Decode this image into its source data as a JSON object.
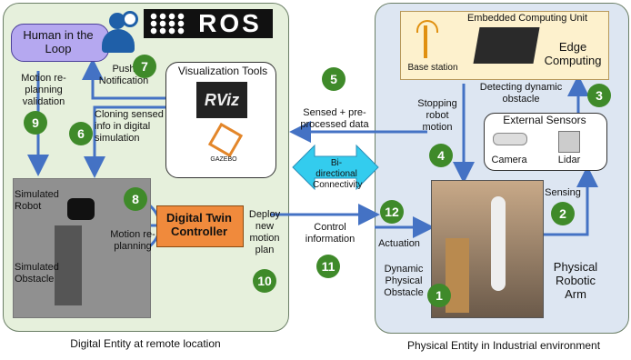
{
  "logo": {
    "text": "ROS"
  },
  "digital": {
    "caption": "Digital Entity at remote location",
    "human": "Human in the Loop",
    "push": "Push Notification",
    "viz_title": "Visualization Tools",
    "rviz": "RViz",
    "gazebo": "GAZEBO",
    "motion_validation": "Motion re-planning validation",
    "cloning": "Cloning sensed info in digital simulation",
    "sim_robot": "Simulated Robot",
    "sim_obstacle": "Simulated Obstacle",
    "motion_replanning": "Motion re-planning",
    "controller": "Digital Twin Controller",
    "deploy": "Deploy new motion plan"
  },
  "center": {
    "sensed": "Sensed + pre-processed data",
    "bidir": "Bi-directional Connectivity",
    "control": "Control information"
  },
  "physical": {
    "caption": "Physical Entity in Industrial environment",
    "ecu_title": "Embedded Computing Unit",
    "base_station": "Base station",
    "edge": "Edge Computing",
    "detecting": "Detecting dynamic obstacle",
    "stopping": "Stopping robot motion",
    "ext_sensors": "External Sensors",
    "camera": "Camera",
    "lidar": "Lidar",
    "sensing": "Sensing",
    "actuation": "Actuation",
    "dyn_obstacle": "Dynamic Physical Obstacle",
    "arm": "Physical Robotic Arm"
  },
  "steps": [
    "1",
    "2",
    "3",
    "4",
    "5",
    "6",
    "7",
    "8",
    "9",
    "10",
    "11",
    "12"
  ],
  "colors": {
    "green_panel": "#e6f0dc",
    "blue_panel": "#dde6f2",
    "arrow": "#4472c4",
    "step": "#3f8a2a",
    "controller": "#f08a3c",
    "human": "#b5a8f0",
    "ecu": "#fdf1cd"
  }
}
